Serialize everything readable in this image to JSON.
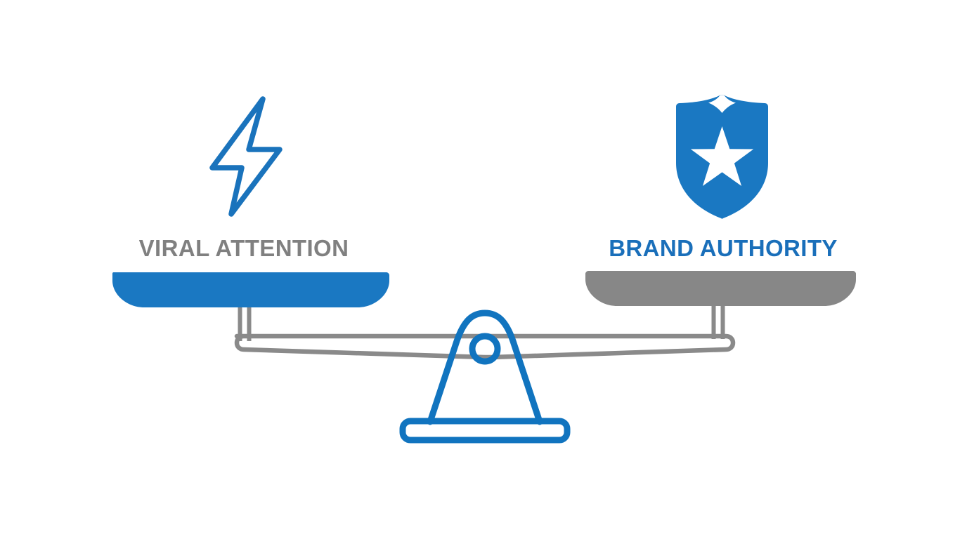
{
  "scene": {
    "title": "Balance scale comparing viral attention and brand authority",
    "background_color": "#ffffff"
  },
  "colors": {
    "brand_blue": "#1a78c2",
    "icon_blue": "#1a73bc",
    "text_blue": "#1a6fba",
    "text_gray": "#808080",
    "pan_gray": "#878787",
    "beam_gray": "#8a8a8a"
  },
  "left_side": {
    "icon_name": "lightning-bolt-icon",
    "icon_style": "outline",
    "icon_color": "#1a73bc",
    "label": "VIRAL ATTENTION",
    "label_color": "#808080",
    "pan_color": "#1a78c2",
    "pan_name": "left-scale-pan"
  },
  "right_side": {
    "icon_name": "shield-star-icon",
    "icon_style": "filled",
    "icon_color": "#1a78c2",
    "star_color": "#ffffff",
    "label": "BRAND AUTHORITY",
    "label_color": "#1a6fba",
    "pan_color": "#878787",
    "pan_name": "right-scale-pan"
  },
  "balance": {
    "beam_name": "balance-beam",
    "beam_color": "#8a8a8a",
    "fulcrum_name": "balance-fulcrum",
    "fulcrum_color": "#1a78c2",
    "base_name": "balance-base",
    "pivot_name": "pivot-circle",
    "hanger_name": "pan-hanger",
    "state": "balanced"
  }
}
